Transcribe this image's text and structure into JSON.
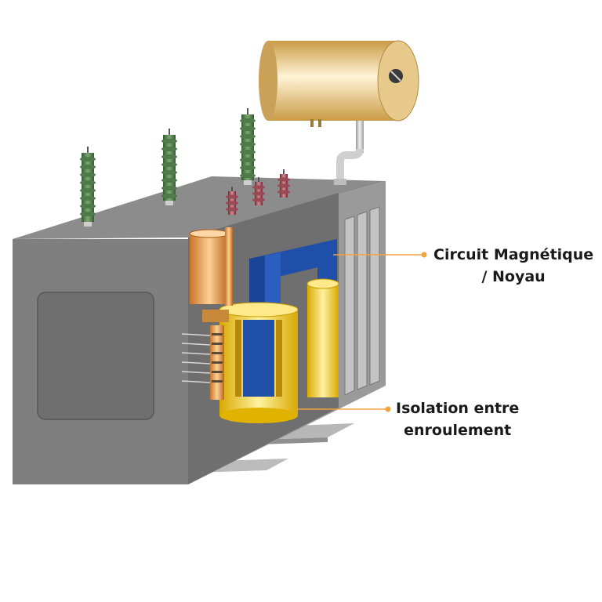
{
  "diagram": {
    "labels": {
      "core_line1": "Circuit Magnétique",
      "core_line2": "/ Noyau",
      "insulation_line1": "Isolation entre",
      "insulation_line2": "enroulement"
    },
    "colors": {
      "tank_front": "#7f7f7f",
      "tank_side": "#9a9a9a",
      "tank_top": "#8c8c8c",
      "core": "#1f4fa8",
      "winding": "#f2cc1a",
      "conservator": "#e3bd6b",
      "bushing_hv": "#4f7a4a",
      "bushing_lv": "#9b4a55",
      "callout_line": "#f2a341"
    },
    "icons": [
      "hv-bushing-icon",
      "lv-bushing-icon",
      "conservator-tank-icon",
      "radiator-fins-icon"
    ]
  }
}
